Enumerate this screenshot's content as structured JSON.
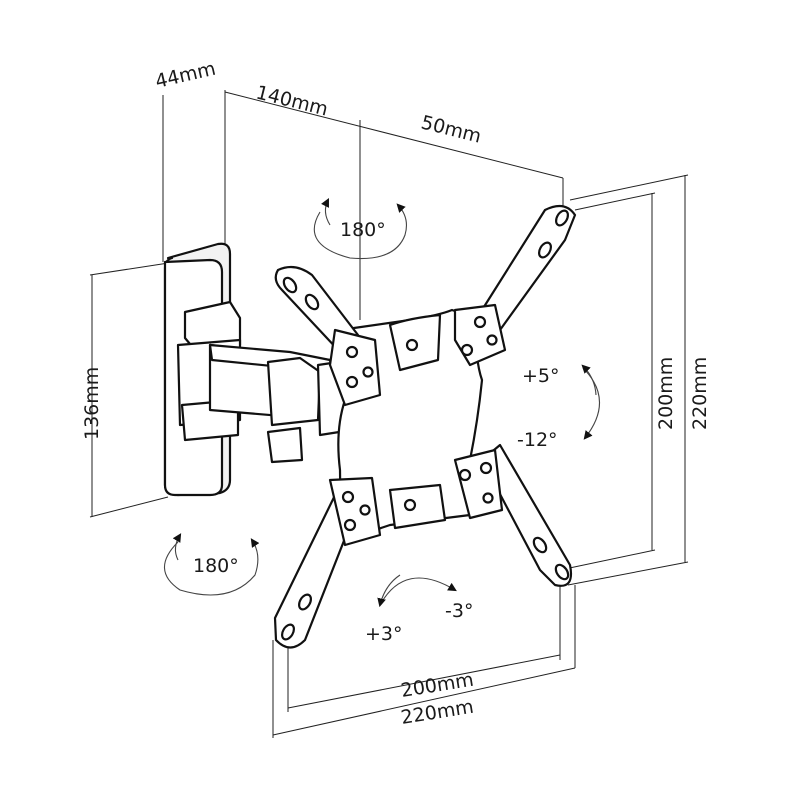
{
  "dimensions": {
    "wall_plate_depth": "44mm",
    "arm_length": "140mm",
    "plate_offset": "50mm",
    "wall_plate_height": "136mm",
    "vesa_vertical_inner": "200mm",
    "vesa_vertical_outer": "220mm",
    "vesa_horizontal_inner": "200mm",
    "vesa_horizontal_outer": "220mm"
  },
  "rotations": {
    "swivel_top": "180°",
    "swivel_bottom": "180°",
    "tilt_up": "+5°",
    "tilt_down": "-12°",
    "rotate_left": "+3°",
    "rotate_right": "-3°"
  },
  "colors": {
    "line": "#111111",
    "background": "#ffffff"
  }
}
